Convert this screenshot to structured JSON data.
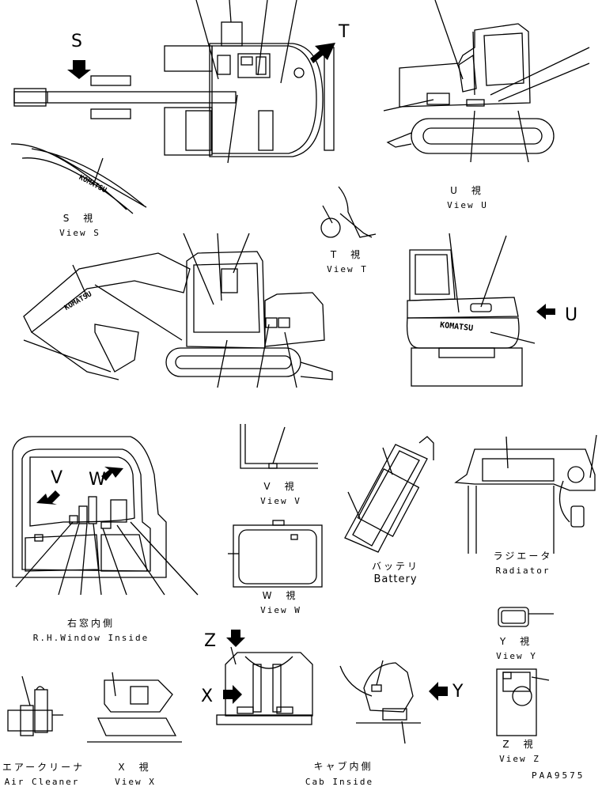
{
  "views": {
    "s": {
      "jp": "S　視",
      "en": "View S"
    },
    "t": {
      "jp": "T　視",
      "en": "View T"
    },
    "u": {
      "jp": "U　視",
      "en": "View U"
    },
    "v": {
      "jp": "V　視",
      "en": "View V"
    },
    "w": {
      "jp": "W　視",
      "en": "View W"
    },
    "x": {
      "jp": "X　視",
      "en": "View X"
    },
    "y": {
      "jp": "Y　視",
      "en": "View Y"
    },
    "z": {
      "jp": "Z　視",
      "en": "View Z"
    }
  },
  "sections": {
    "window": {
      "jp": "右窓内側",
      "en": "R.H.Window Inside"
    },
    "battery": {
      "jp": "バッテリ",
      "en": "Battery"
    },
    "radiator": {
      "jp": "ラジエータ",
      "en": "Radiator"
    },
    "air_cleaner": {
      "jp": "エアークリーナ",
      "en": "Air Cleaner"
    },
    "cab": {
      "jp": "キャブ内側",
      "en": "Cab Inside"
    }
  },
  "arrows": {
    "s": "S",
    "t": "T",
    "u": "U",
    "v": "V",
    "w": "W",
    "x": "X",
    "y": "Y",
    "z": "Z"
  },
  "brand": "KOMATSU",
  "drawing_code": "PAA9575"
}
